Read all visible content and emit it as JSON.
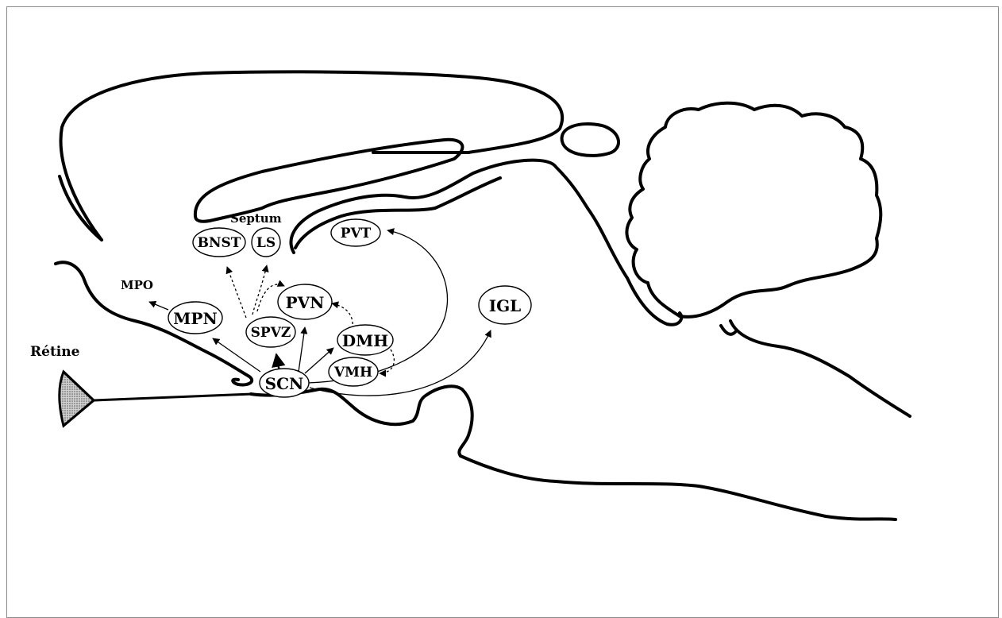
{
  "labels": {
    "retine": "Rétine",
    "mpo": "MPO",
    "septum": "Septum"
  },
  "nuclei": {
    "bnst": "BNST",
    "ls": "LS",
    "pvt": "PVT",
    "pvn": "PVN",
    "mpn": "MPN",
    "spvz": "SPVZ",
    "dmh": "DMH",
    "vmh": "VMH",
    "scn": "SCN",
    "igl": "IGL"
  },
  "colors": {
    "stroke": "#000000",
    "frame": "#8a8a8a",
    "retina_fill": "#b8b8b8"
  }
}
